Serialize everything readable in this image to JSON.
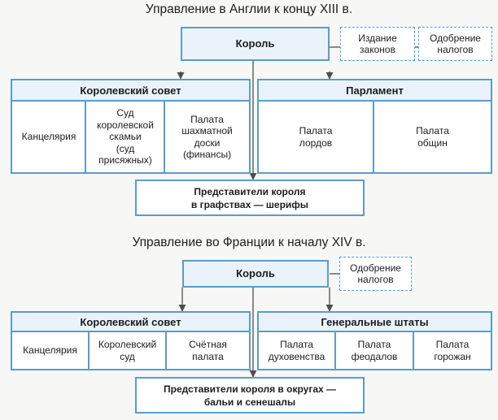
{
  "england": {
    "title": "Управление в Англии к концу XIII в.",
    "king": "Король",
    "functions": [
      {
        "label": "Издание\nзаконов"
      },
      {
        "label": "Одобрение\nналогов"
      }
    ],
    "council": {
      "title": "Королевский совет",
      "parts": [
        "Канцелярия",
        "Суд\nкоролевской\nскамьи\n(суд\nприсяжных)",
        "Палата\nшахматной\nдоски\n(финансы)"
      ]
    },
    "parliament": {
      "title": "Парламент",
      "parts": [
        "Палата\nлордов",
        "Палата\nобщин"
      ]
    },
    "representatives": "Представители короля\nв графствах — шерифы"
  },
  "france": {
    "title": "Управление во Франции к началу XIV в.",
    "king": "Король",
    "functions": [
      {
        "label": "Одобрение\nналогов"
      }
    ],
    "council": {
      "title": "Королевский совет",
      "parts": [
        "Канцелярия",
        "Королевский\nсуд",
        "Счётная\nпалата"
      ]
    },
    "estates": {
      "title": "Генеральные штаты",
      "parts": [
        "Палата\nдуховенства",
        "Палата\nфеодалов",
        "Палата\nгорожан"
      ]
    },
    "representatives": "Представители короля в округах —\nбальи и сенешалы"
  },
  "colors": {
    "border": "#5a9ccb",
    "fill": "#eaf3fb",
    "line": "#4f4f4f"
  }
}
